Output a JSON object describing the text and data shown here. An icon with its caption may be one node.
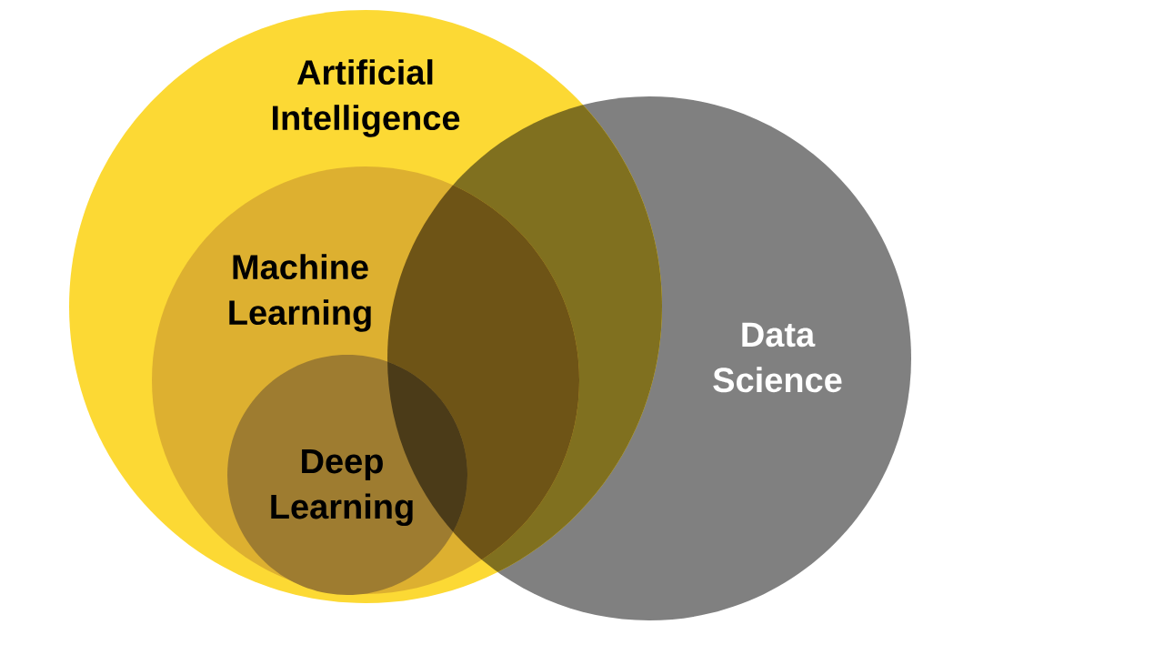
{
  "diagram": {
    "nodes": [
      {
        "text": [
          "Artificial Intelligence"
        ]
      },
      {
        "text": [
          "Machine Learning"
        ],
        "in": 0
      },
      {
        "text": [
          "Deep Learning"
        ],
        "in": 1
      },
      {
        "text": [
          "Data Science"
        ]
      }
    ]
  }
}
